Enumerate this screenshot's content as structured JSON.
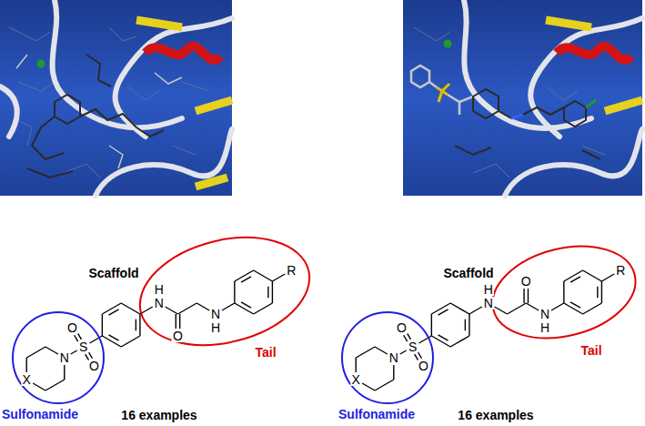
{
  "diagram": {
    "nodes": [
      {
        "text": [
          "Sulfonamide"
        ]
      },
      {
        "text": [
          "Tail"
        ]
      },
      {
        "text": [
          "Sulfonamide"
        ]
      },
      {
        "text": [
          "Tail"
        ]
      }
    ],
    "labels": [
      "X",
      "N",
      "S",
      "O",
      "O",
      "H",
      "N",
      "O",
      "N",
      "H",
      "R",
      "Scaffold",
      "16 examples",
      "X",
      "N",
      "S",
      "O",
      "O",
      "H",
      "N",
      "O",
      "N",
      "H",
      "R",
      "Scaffold",
      "16 examples"
    ]
  }
}
